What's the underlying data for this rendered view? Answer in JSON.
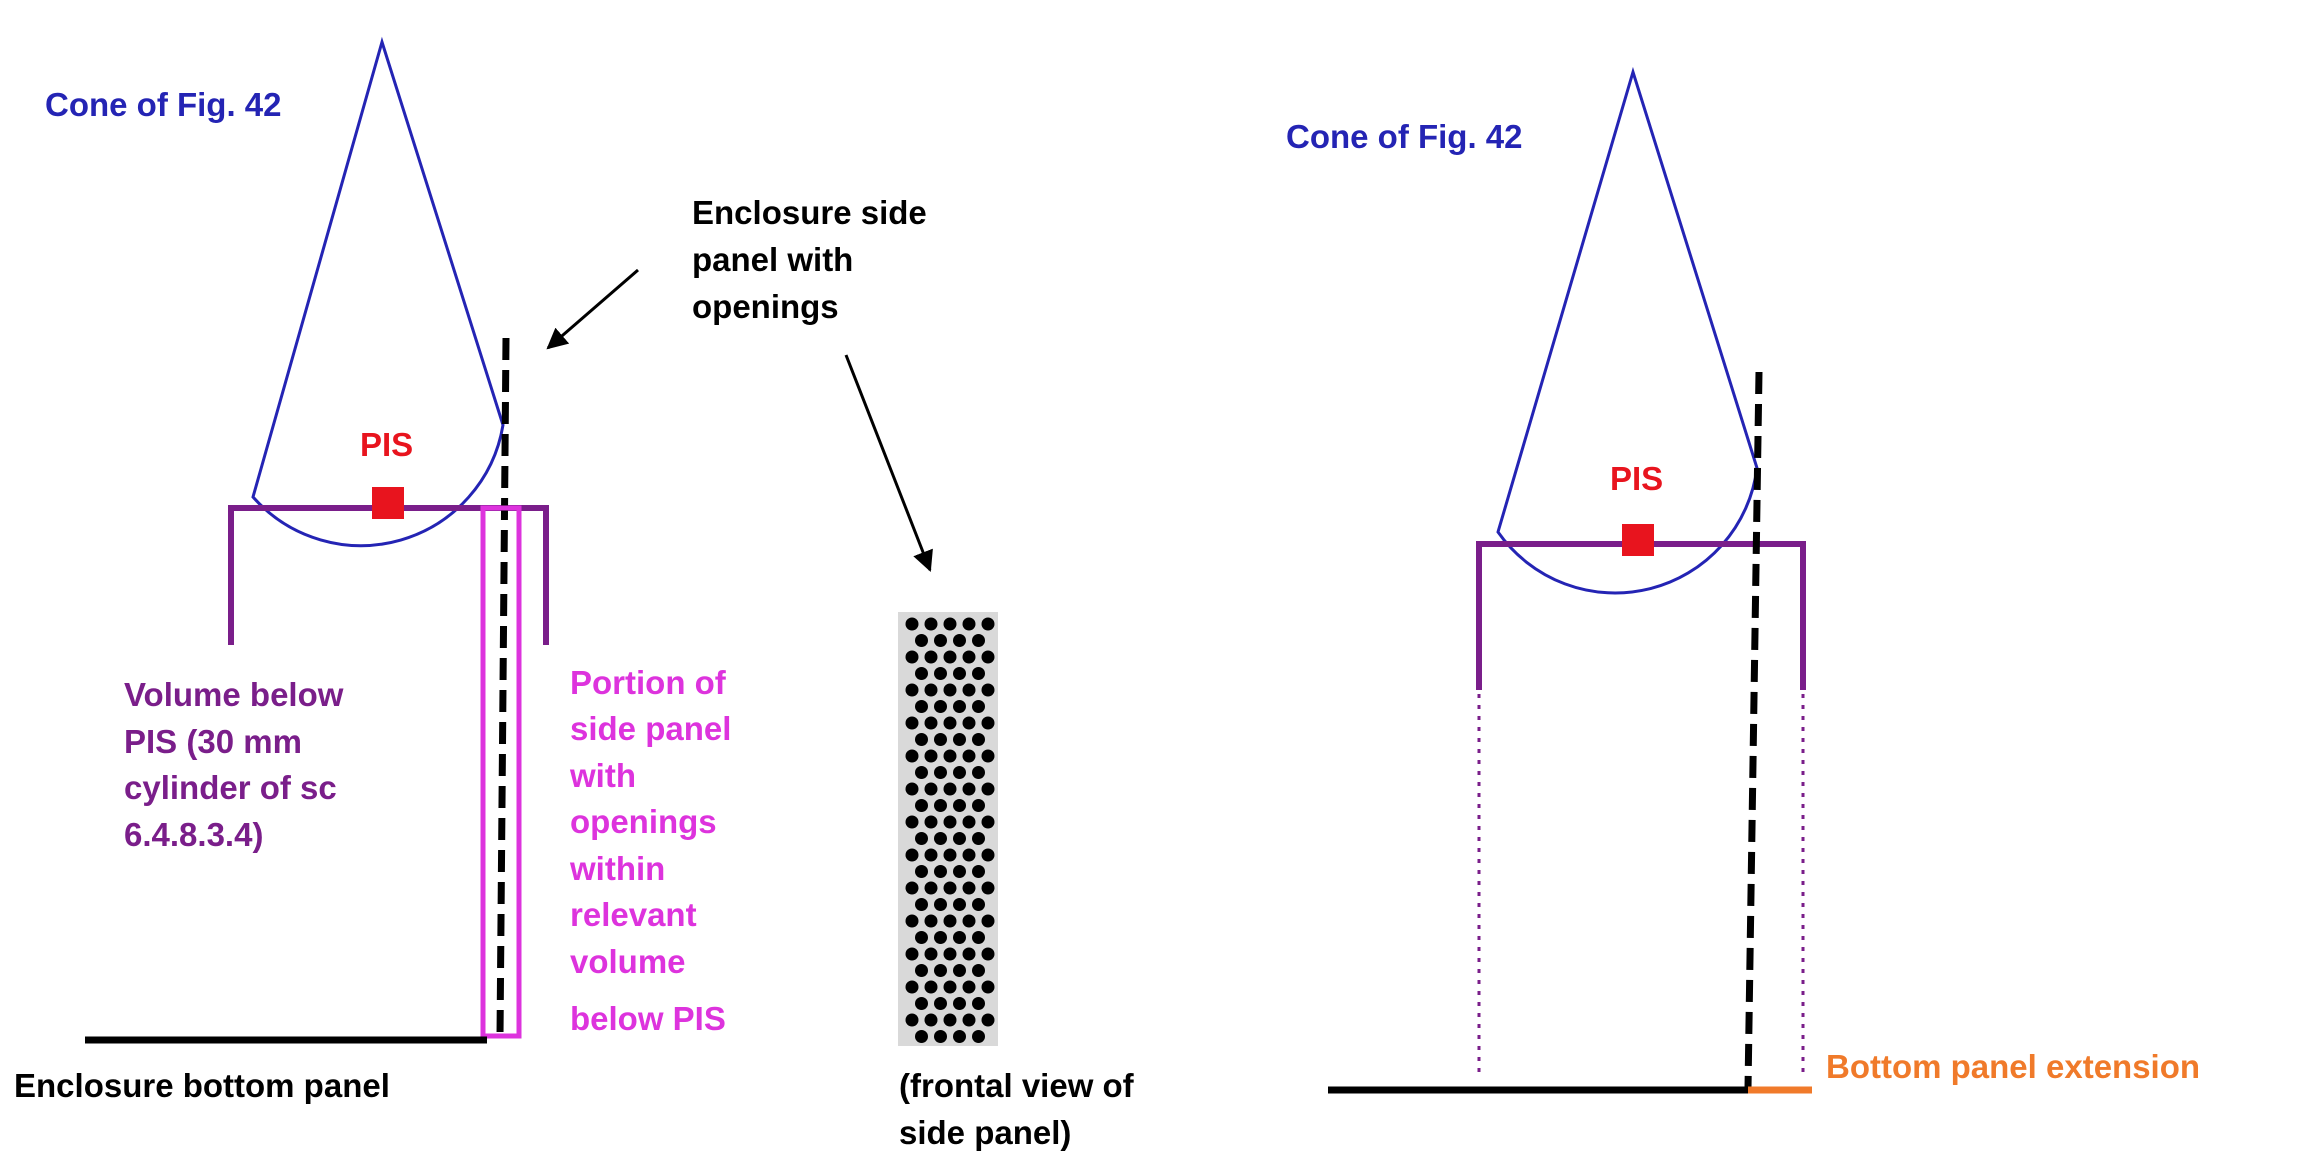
{
  "colors": {
    "cone": "#2424b4",
    "purple": "#7a1e8a",
    "magenta": "#dd33dd",
    "pis": "#e8141e",
    "black": "#000000",
    "orange": "#f07a2a",
    "panel_bg": "#d9d9d9"
  },
  "left": {
    "cone_label": "Cone of Fig. 42",
    "pis_label": "PIS",
    "enclosure_side_label": [
      "Enclosure side",
      "panel with",
      "openings"
    ],
    "volume_label": [
      "Volume below",
      "PIS (30 mm",
      "cylinder of sc",
      "6.4.8.3.4)"
    ],
    "portion_label": [
      "Portion of",
      "side panel",
      "with",
      "openings",
      "within",
      "relevant",
      "volume",
      "below PIS"
    ],
    "bottom_label": "Enclosure bottom panel",
    "frontal_label": [
      "(frontal view of",
      "side panel)"
    ]
  },
  "right": {
    "cone_label": "Cone of Fig. 42",
    "pis_label": "PIS",
    "extension_label": "Bottom panel extension"
  }
}
